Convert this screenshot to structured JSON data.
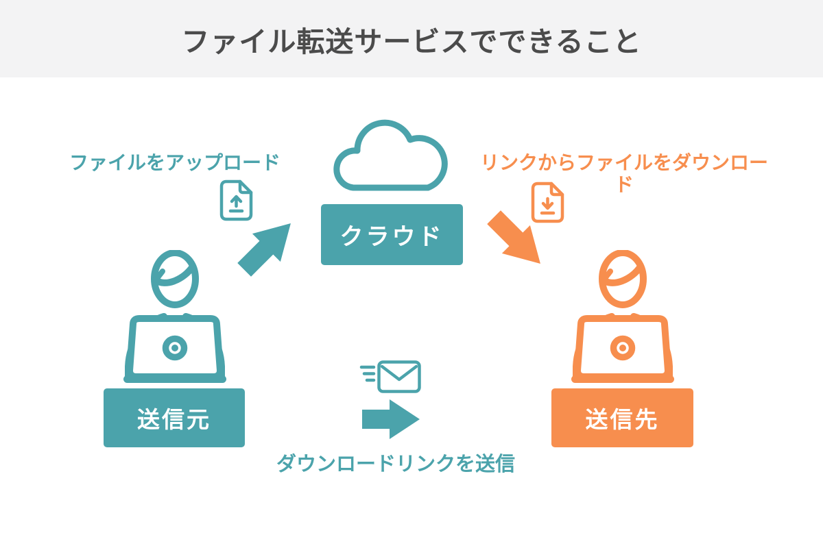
{
  "title": "ファイル転送サービスでできること",
  "colors": {
    "teal": "#4BA3AB",
    "orange": "#F78E4E",
    "title_text": "#4B4B4B",
    "header_bg": "#F3F3F4",
    "white": "#FFFFFF"
  },
  "nodes": {
    "cloud": {
      "label": "クラウド",
      "icon": "cloud-icon"
    },
    "sender": {
      "label": "送信元",
      "icon": "sender-person-icon"
    },
    "receiver": {
      "label": "送信先",
      "icon": "receiver-person-icon"
    }
  },
  "flows": {
    "upload": {
      "label": "ファイルをアップロード",
      "icon": "file-upload-icon",
      "arrow": "up-right"
    },
    "download": {
      "label": "リンクからファイルをダウンロード",
      "icon": "file-download-icon",
      "arrow": "down-right"
    },
    "send_link": {
      "label": "ダウンロードリンクを送信",
      "icon": "email-icon",
      "arrow": "right"
    }
  }
}
